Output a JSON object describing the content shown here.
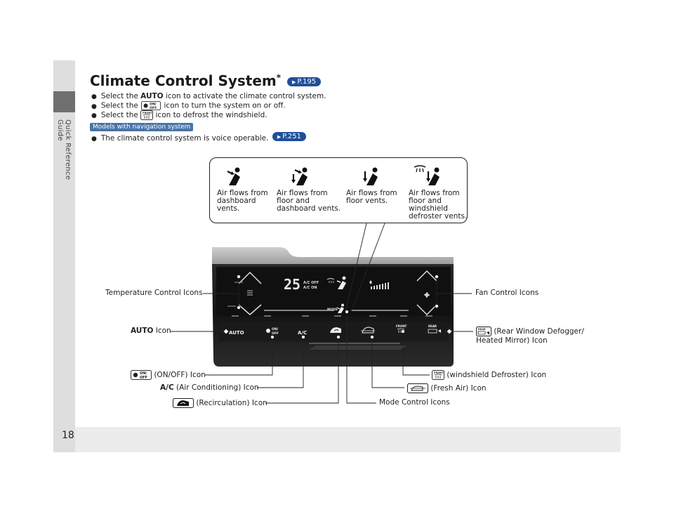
{
  "sidebar": {
    "label": "Quick Reference Guide"
  },
  "page": {
    "number": "18"
  },
  "title": {
    "text": "Climate Control System",
    "asterisk": "*",
    "ref": "P.195"
  },
  "bullets": [
    {
      "pre": "Select the ",
      "bold": "AUTO",
      "post": " icon to activate the climate control system."
    },
    {
      "pre": "Select the ",
      "icon": "on-off",
      "post": " icon to turn the system on or off."
    },
    {
      "pre": "Select the ",
      "icon": "front-defrost",
      "post": " icon to defrost the windshield."
    }
  ],
  "nav_badge": "Models with navigation system",
  "nav_bullet": {
    "text": "The climate control system is voice operable. ",
    "ref": "P.251"
  },
  "airflow": [
    {
      "lines": [
        "Air flows from",
        "dashboard",
        "vents."
      ]
    },
    {
      "lines": [
        "Air flows from",
        "floor and",
        "dashboard vents."
      ]
    },
    {
      "lines": [
        "Air flows from",
        "floor vents."
      ]
    },
    {
      "lines": [
        "Air flows from",
        "floor and",
        "windshield",
        "defroster vents."
      ]
    }
  ],
  "panel": {
    "temp": "25",
    "ac_off": "A/C OFF",
    "ac_on": "A/C ON",
    "mode": "MODE",
    "auto": "AUTO",
    "onoff_top": "ON/",
    "onoff_bottom": "OFF",
    "ac": "A/C",
    "front": "FRONT",
    "rear": "REAR"
  },
  "labels": {
    "temperature": "Temperature Control Icons",
    "fan": "Fan Control Icons",
    "auto_bold": "AUTO",
    "auto_rest": " Icon",
    "rear_line1": " (Rear Window Defogger/",
    "rear_line2": "Heated Mirror) Icon",
    "onoff": " (ON/OFF) Icon",
    "front": " (windshield Defroster) Icon",
    "ac_bold": "A/C",
    "ac_rest": " (Air Conditioning) Icon",
    "fresh": " (Fresh Air) Icon",
    "recirc": " (Recirculation) Icon",
    "mode": "Mode Control Icons"
  },
  "colors": {
    "ref_pill": "#1f4f99",
    "nav_badge": "#4a74a8",
    "panel_dark": "#1b1b1b",
    "sidebar_tab": "#6f6f6f"
  }
}
